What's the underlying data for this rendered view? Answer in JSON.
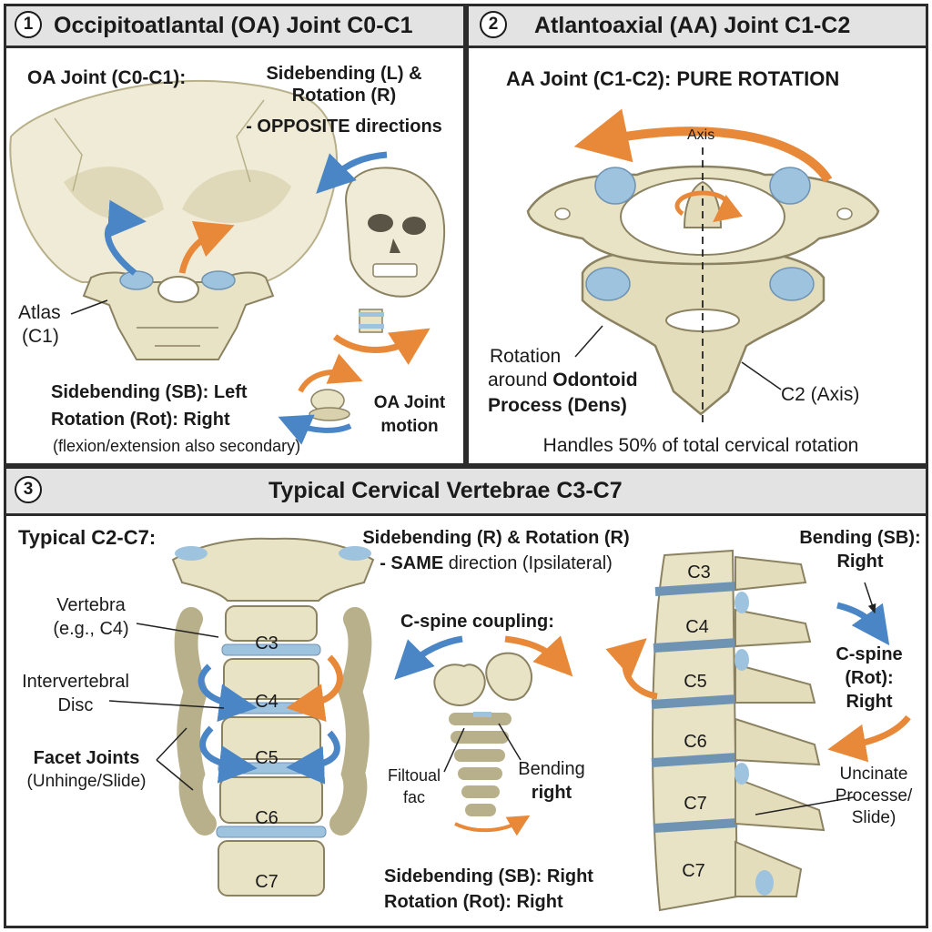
{
  "panels": {
    "p1": {
      "number": "1",
      "title": "Occipitoatlantal (OA) Joint C0-C1",
      "label_heading": "OA Joint (C0-C1):",
      "label_motion_1": "Sidebending (L) &",
      "label_motion_2": "Rotation (R)",
      "label_motion_3": "- OPPOSITE directions",
      "label_atlas_1": "Atlas",
      "label_atlas_2": "(C1)",
      "label_sb": "Sidebending (SB): Left",
      "label_rot": "Rotation (Rot): Right",
      "label_secondary": "(flexion/extension also secondary)",
      "label_joint_1": "OA Joint",
      "label_joint_2": "motion"
    },
    "p2": {
      "number": "2",
      "title": "Atlantoaxial (AA) Joint C1-C2",
      "label_heading": "AA Joint (C1-C2): PURE ROTATION",
      "label_axis": "Axis",
      "label_rotation_1": "Rotation",
      "label_rotation_2a": "around ",
      "label_rotation_2b": "Odontoid",
      "label_rotation_3": "Process (Dens)",
      "label_c2": "C2 (Axis)",
      "label_handles": "Handles 50% of total cervical rotation"
    },
    "p3": {
      "number": "3",
      "title": "Typical Cervical Vertebrae C3-C7",
      "label_heading": "Typical C2-C7:",
      "label_vertebra_1": "Vertebra",
      "label_vertebra_2": "(e.g., C4)",
      "label_disc_1": "Intervertebral",
      "label_disc_2": "Disc",
      "label_facet_1": "Facet Joints",
      "label_facet_2": "(Unhinge/Slide)",
      "left_spine_levels": [
        "C3",
        "C4",
        "C5",
        "C6",
        "C7"
      ],
      "label_coupling_1": "Sidebending (R) & Rotation (R)",
      "label_coupling_2a": "- SAME",
      "label_coupling_2b": " direction (Ipsilateral)",
      "label_cspine_coupling": "C-spine coupling:",
      "label_filtoual_1": "Filtoual",
      "label_filtoual_2": "fac",
      "label_bending_1": "Bending",
      "label_bending_2": "right",
      "label_sb_right": "Sidebending (SB): Right",
      "label_rot_right": "Rotation (Rot): Right",
      "right_spine_levels": [
        "C3",
        "C4",
        "C5",
        "C6",
        "C7",
        "C7"
      ],
      "label_bending_sb_1": "Bending (SB):",
      "label_bending_sb_2": "Right",
      "label_cspine_rot_1": "C-spine",
      "label_cspine_rot_2": "(Rot):",
      "label_cspine_rot_3": "Right",
      "label_uncinate_1": "Uncinate",
      "label_uncinate_2": "Processe/",
      "label_uncinate_3": "Slide)"
    }
  },
  "colors": {
    "bone": "#e9e3c6",
    "bone_shade": "#cfc6a1",
    "cartilage": "#9ec3de",
    "arrow_orange": "#e8893a",
    "arrow_blue": "#4a86c5",
    "header_bg": "#e3e3e3"
  }
}
